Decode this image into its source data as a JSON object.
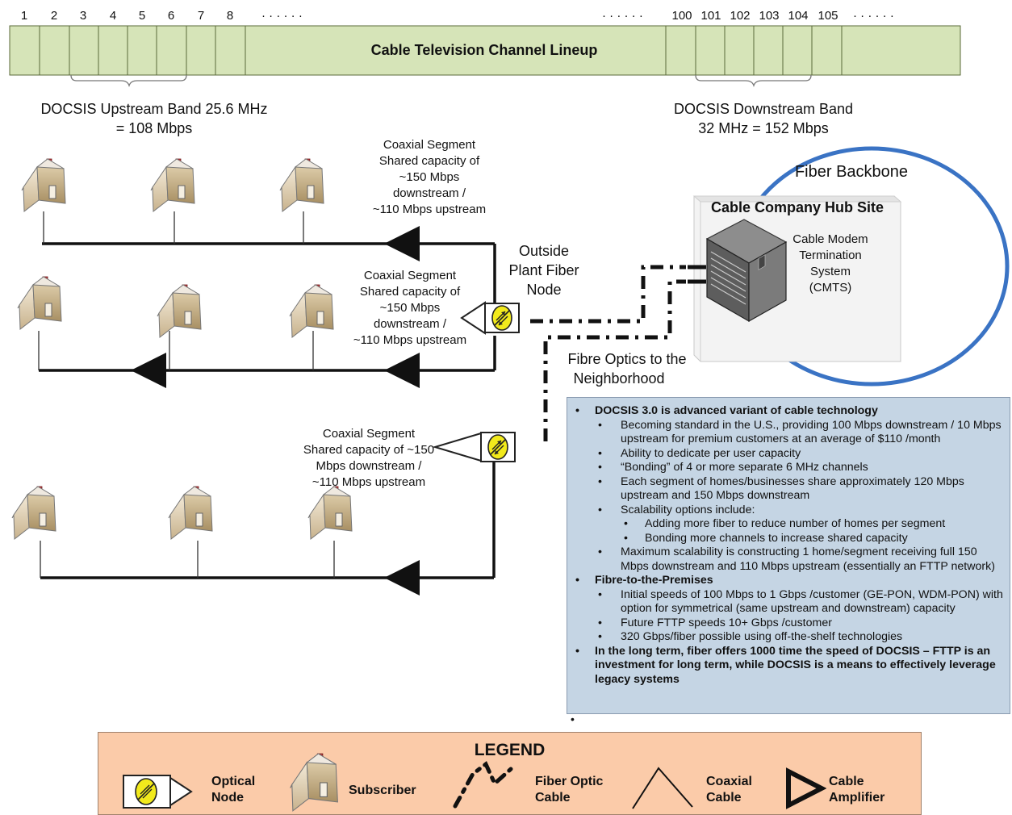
{
  "channel_lineup": {
    "title": "Cable Television Channel Lineup",
    "numbers_left": [
      "1",
      "2",
      "3",
      "4",
      "5",
      "6",
      "7",
      "8"
    ],
    "dots": "· · · · · ·",
    "numbers_right": [
      "100",
      "101",
      "102",
      "103",
      "104",
      "105"
    ]
  },
  "bands": {
    "upstream_line1": "DOCSIS Upstream Band 25.6 MHz",
    "upstream_line2": "= 108 Mbps",
    "downstream_line1": "DOCSIS Downstream Band",
    "downstream_line2": "32 MHz = 152 Mbps"
  },
  "segments": [
    {
      "lines": [
        "Coaxial Segment",
        "Shared capacity of",
        "~150 Mbps",
        "downstream /",
        "~110 Mbps upstream"
      ]
    },
    {
      "lines": [
        "Coaxial Segment",
        "Shared capacity of",
        "~150 Mbps",
        "downstream /",
        "~110 Mbps upstream"
      ]
    },
    {
      "lines": [
        "Coaxial Segment",
        "Shared capacity of ~150",
        "Mbps downstream /",
        "~110 Mbps upstream"
      ]
    }
  ],
  "node_label": [
    "Outside",
    "Plant Fiber",
    "Node"
  ],
  "fibre_label": [
    "Fibre Optics to the",
    "Neighborhood"
  ],
  "backbone_label": "Fiber Backbone",
  "hub": {
    "title": "Cable Company Hub Site",
    "cmts_lines": [
      "Cable Modem",
      "Termination",
      "System",
      "(CMTS)"
    ]
  },
  "info_box": {
    "bullet_char": "•",
    "sub_bullet_char": "•",
    "sections": [
      {
        "heading": "DOCSIS 3.0 is advanced variant of cable technology",
        "items": [
          {
            "text": "Becoming standard in the U.S., providing 100 Mbps downstream / 10 Mbps upstream for premium customers at an average of $110 /month"
          },
          {
            "text": "Ability to dedicate per user capacity"
          },
          {
            "text": "“Bonding” of 4 or more separate 6 MHz channels"
          },
          {
            "text": "Each segment of homes/businesses share approximately 120 Mbps upstream and 150 Mbps downstream"
          },
          {
            "text": "Scalability options include:",
            "sub": [
              "Adding more fiber to reduce number of homes per segment",
              "Bonding more channels to increase shared capacity"
            ]
          },
          {
            "text": "Maximum scalability is constructing 1 home/segment receiving full 150 Mbps downstream and 110 Mbps upstream (essentially an FTTP network)"
          }
        ]
      },
      {
        "heading": "Fibre-to-the-Premises",
        "items": [
          {
            "text": "Initial speeds of 100 Mbps to 1 Gbps /customer (GE-PON, WDM-PON) with option for symmetrical (same upstream and downstream) capacity"
          },
          {
            "text": "Future FTTP speeds 10+ Gbps /customer"
          },
          {
            "text": "320 Gbps/fiber possible using off-the-shelf technologies"
          }
        ]
      },
      {
        "heading": "In the long term, fiber offers 1000 time the speed of DOCSIS – FTTP is an investment  for long term, while DOCSIS is a means to effectively leverage legacy systems",
        "items": []
      }
    ],
    "trailing_bullet": "•"
  },
  "legend": {
    "title": "LEGEND",
    "items": [
      {
        "icon": "optical-node-icon",
        "label": "Optical\nNode"
      },
      {
        "icon": "house-icon",
        "label": "Subscriber"
      },
      {
        "icon": "fiber-optic-cable-icon",
        "label": "Fiber Optic\nCable"
      },
      {
        "icon": "coaxial-cable-icon",
        "label": "Coaxial\nCable"
      },
      {
        "icon": "cable-amplifier-icon",
        "label": "Cable\nAmplifier"
      }
    ]
  },
  "colors": {
    "channel_fill": "#d6e4b8",
    "channel_border": "#5a6a3a",
    "backbone_circle": "#3a73c4",
    "node_yellow": "#f2ea1c",
    "info_box": "#c5d5e4",
    "legend_box": "#fbcba9"
  }
}
